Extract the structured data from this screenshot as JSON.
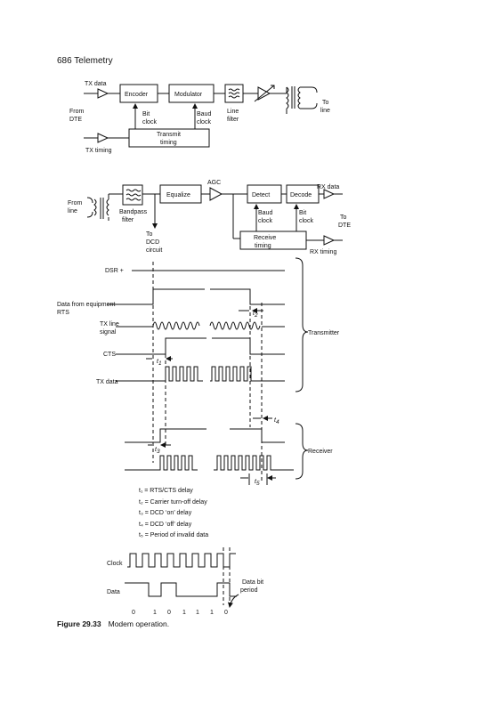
{
  "header": {
    "page": "686",
    "section": "Telemetry"
  },
  "transmitter_block": {
    "tx_data": "TX data",
    "from_dte": [
      "From",
      "DTE"
    ],
    "encoder": "Encoder",
    "modulator": "Modulator",
    "line_filter": [
      "Line",
      "filter"
    ],
    "to_line": [
      "To",
      "line"
    ],
    "bit_clock": [
      "Bit",
      "clock"
    ],
    "baud_clock": [
      "Baud",
      "clock"
    ],
    "transmit_timing": [
      "Transmit",
      "timing"
    ],
    "tx_timing": "TX timing"
  },
  "receiver_block": {
    "from_line": [
      "From",
      "line"
    ],
    "bandpass_filter": [
      "Bandpass",
      "filter"
    ],
    "equalize": "Equalize",
    "agc": "AGC",
    "detect": "Detect",
    "decode": "Decode",
    "rx_data": "RX data",
    "baud_clock": [
      "Baud",
      "clock"
    ],
    "bit_clock": [
      "Bit",
      "clock"
    ],
    "to_dte": [
      "To",
      "DTE"
    ],
    "to_dcd": [
      "To",
      "DCD",
      "circuit"
    ],
    "receive_timing": [
      "Receive",
      "timing"
    ],
    "rx_timing": "RX timing"
  },
  "timing": {
    "dsr": "DSR +",
    "data_from_equipment": [
      "Data from equipment",
      "RTS"
    ],
    "tx_line_signal": [
      "TX line",
      "signal"
    ],
    "cts": "CTS",
    "tx_data": "TX data",
    "transmitter": "Transmitter",
    "receiver": "Receiver",
    "t1": "t",
    "t2": "t",
    "t3": "t",
    "t4": "t",
    "t5": "t",
    "sub1": "1",
    "sub2": "2",
    "sub3": "3",
    "sub4": "4",
    "sub5": "5"
  },
  "legend": [
    "t₁ = RTS/CTS delay",
    "t₂ = Carrier turn-off delay",
    "t₃ = DCD ‘on’ delay",
    "t₄ = DCD ‘off’ delay",
    "t₅ = Period of invalid data"
  ],
  "clock_diagram": {
    "clock": "Clock",
    "data": "Data",
    "data_bit_period": [
      "Data bit",
      "period"
    ],
    "bits": [
      "0",
      "1",
      "0",
      "1",
      "1",
      "1",
      "0"
    ]
  },
  "caption": {
    "label": "Figure 29.33",
    "text": "Modem operation."
  }
}
